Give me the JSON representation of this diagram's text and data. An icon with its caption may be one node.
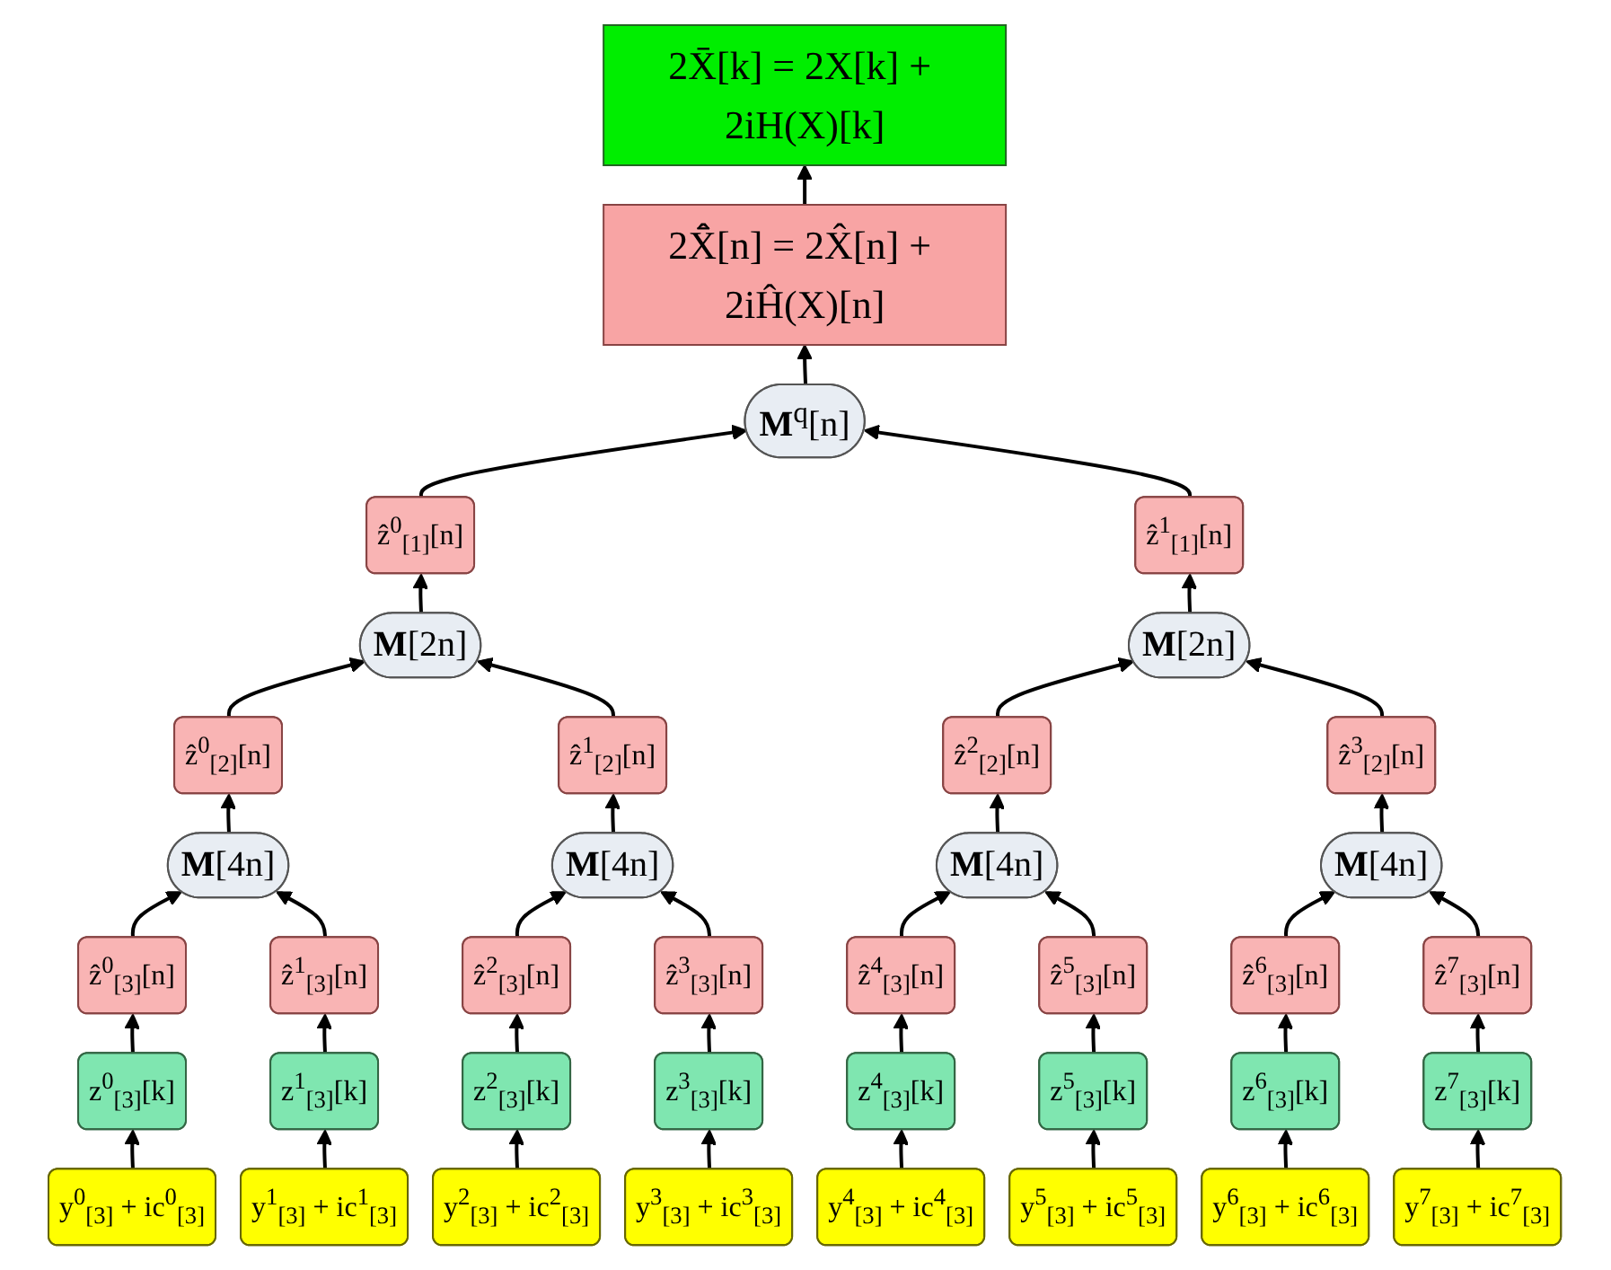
{
  "diagram": {
    "nodes": [
      {
        "text": [
          "2X̄[k] = 2X[k] + 2iH(X)[k]"
        ]
      },
      {
        "text": [
          "2X̂̄[n] = 2X̂[n] + 2iĤ(X)[n]"
        ]
      },
      {
        "text": [
          "**M**$^{q}$[n]"
        ]
      },
      {
        "text": [
          "ẑ$^{0}$$_{[1]}$[n]"
        ]
      },
      {
        "text": [
          "ẑ$^{1}$$_{[1]}$[n]"
        ]
      },
      {
        "text": [
          "**M**[2n]"
        ]
      },
      {
        "text": [
          "**M**[2n]"
        ]
      },
      {
        "text": [
          "ẑ$^{0}$$_{[2]}$[n]"
        ]
      },
      {
        "text": [
          "ẑ$^{1}$$_{[2]}$[n]"
        ]
      },
      {
        "text": [
          "ẑ$^{2}$$_{[2]}$[n]"
        ]
      },
      {
        "text": [
          "ẑ$^{3}$$_{[2]}$[n]"
        ]
      },
      {
        "text": [
          "**M**[4n]"
        ]
      },
      {
        "text": [
          "**M**[4n]"
        ]
      },
      {
        "text": [
          "**M**[4n]"
        ]
      },
      {
        "text": [
          "**M**[4n]"
        ]
      },
      {
        "text": [
          "ẑ$^{0}$$_{[3]}$[n]"
        ]
      },
      {
        "text": [
          "ẑ$^{1}$$_{[3]}$[n]"
        ]
      },
      {
        "text": [
          "ẑ$^{2}$$_{[3]}$[n]"
        ]
      },
      {
        "text": [
          "ẑ$^{3}$$_{[3]}$[n]"
        ]
      },
      {
        "text": [
          "ẑ$^{4}$$_{[3]}$[n]"
        ]
      },
      {
        "text": [
          "ẑ$^{5}$$_{[3]}$[n]"
        ]
      },
      {
        "text": [
          "ẑ$^{6}$$_{[3]}$[n]"
        ]
      },
      {
        "text": [
          "ẑ$^{7}$$_{[3]}$[n]"
        ]
      },
      {
        "text": [
          "z$^{0}$$_{[3]}$[k]"
        ]
      },
      {
        "text": [
          "z$^{1}$$_{[3]}$[k]"
        ]
      },
      {
        "text": [
          "z$^{2}$$_{[3]}$[k]"
        ]
      },
      {
        "text": [
          "z$^{3}$$_{[3]}$[k]"
        ]
      },
      {
        "text": [
          "z$^{4}$$_{[3]}$[k]"
        ]
      },
      {
        "text": [
          "z$^{5}$$_{[3]}$[k]"
        ]
      },
      {
        "text": [
          "z$^{6}$$_{[3]}$[k]"
        ]
      },
      {
        "text": [
          "z$^{7}$$_{[3]}$[k]"
        ]
      },
      {
        "text": [
          "y$^{0}$$_{[3]}$ + ic$^{0}$$_{[3]}$"
        ]
      },
      {
        "text": [
          "y$^{1}$$_{[3]}$ + ic$^{1}$$_{[3]}$"
        ]
      },
      {
        "text": [
          "y$^{2}$$_{[3]}$ + ic$^{2}$$_{[3]}$"
        ]
      },
      {
        "text": [
          "y$^{3}$$_{[3]}$ + ic$^{3}$$_{[3]}$"
        ]
      },
      {
        "text": [
          "y$^{4}$$_{[3]}$ + ic$^{4}$$_{[3]}$"
        ]
      },
      {
        "text": [
          "y$^{5}$$_{[3]}$ + ic$^{5}$$_{[3]}$"
        ]
      },
      {
        "text": [
          "y$^{6}$$_{[3]}$ + ic$^{6}$$_{[3]}$"
        ]
      },
      {
        "text": [
          "y$^{7}$$_{[3]}$ + ic$^{7}$$_{[3]}$"
        ]
      }
    ],
    "edges": [
      {
        "from": 1,
        "to": 0,
        "arrow": "to"
      },
      {
        "from": 2,
        "to": 1,
        "arrow": "to"
      },
      {
        "from": 3,
        "to": 2,
        "arrow": "to"
      },
      {
        "from": 4,
        "to": 2,
        "arrow": "to"
      },
      {
        "from": 5,
        "to": 3,
        "arrow": "to"
      },
      {
        "from": 6,
        "to": 4,
        "arrow": "to"
      },
      {
        "from": 7,
        "to": 5,
        "arrow": "to"
      },
      {
        "from": 8,
        "to": 5,
        "arrow": "to"
      },
      {
        "from": 9,
        "to": 6,
        "arrow": "to"
      },
      {
        "from": 10,
        "to": 6,
        "arrow": "to"
      },
      {
        "from": 11,
        "to": 7,
        "arrow": "to"
      },
      {
        "from": 12,
        "to": 8,
        "arrow": "to"
      },
      {
        "from": 13,
        "to": 9,
        "arrow": "to"
      },
      {
        "from": 14,
        "to": 10,
        "arrow": "to"
      },
      {
        "from": 15,
        "to": 11,
        "arrow": "to"
      },
      {
        "from": 16,
        "to": 11,
        "arrow": "to"
      },
      {
        "from": 17,
        "to": 12,
        "arrow": "to"
      },
      {
        "from": 18,
        "to": 12,
        "arrow": "to"
      },
      {
        "from": 19,
        "to": 13,
        "arrow": "to"
      },
      {
        "from": 20,
        "to": 13,
        "arrow": "to"
      },
      {
        "from": 21,
        "to": 14,
        "arrow": "to"
      },
      {
        "from": 22,
        "to": 14,
        "arrow": "to"
      },
      {
        "from": 23,
        "to": 15,
        "arrow": "to"
      },
      {
        "from": 24,
        "to": 16,
        "arrow": "to"
      },
      {
        "from": 25,
        "to": 17,
        "arrow": "to"
      },
      {
        "from": 26,
        "to": 18,
        "arrow": "to"
      },
      {
        "from": 27,
        "to": 19,
        "arrow": "to"
      },
      {
        "from": 28,
        "to": 20,
        "arrow": "to"
      },
      {
        "from": 29,
        "to": 21,
        "arrow": "to"
      },
      {
        "from": 30,
        "to": 22,
        "arrow": "to"
      },
      {
        "from": 31,
        "to": 23,
        "arrow": "to"
      },
      {
        "from": 32,
        "to": 24,
        "arrow": "to"
      },
      {
        "from": 33,
        "to": 25,
        "arrow": "to"
      },
      {
        "from": 34,
        "to": 26,
        "arrow": "to"
      },
      {
        "from": 35,
        "to": 27,
        "arrow": "to"
      },
      {
        "from": 36,
        "to": 28,
        "arrow": "to"
      },
      {
        "from": 37,
        "to": 29,
        "arrow": "to"
      },
      {
        "from": 38,
        "to": 30,
        "arrow": "to"
      }
    ]
  }
}
